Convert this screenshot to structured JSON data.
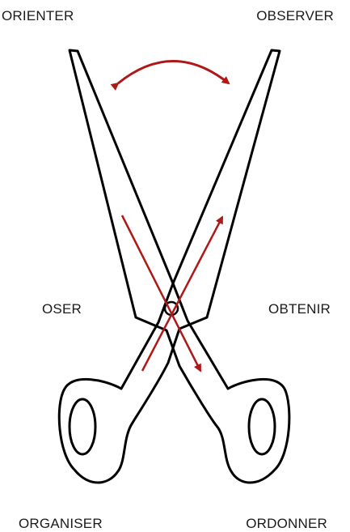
{
  "labels": {
    "top_left": "ORIENTER",
    "top_right": "OBSERVER",
    "middle_left": "OSER",
    "middle_right": "OBTENIR",
    "bottom_left": "ORGANISER",
    "bottom_right": "ORDONNER"
  },
  "colors": {
    "outline": "#000000",
    "arrows": "#b01818",
    "background": "#ffffff",
    "text": "#1a1a1a"
  }
}
